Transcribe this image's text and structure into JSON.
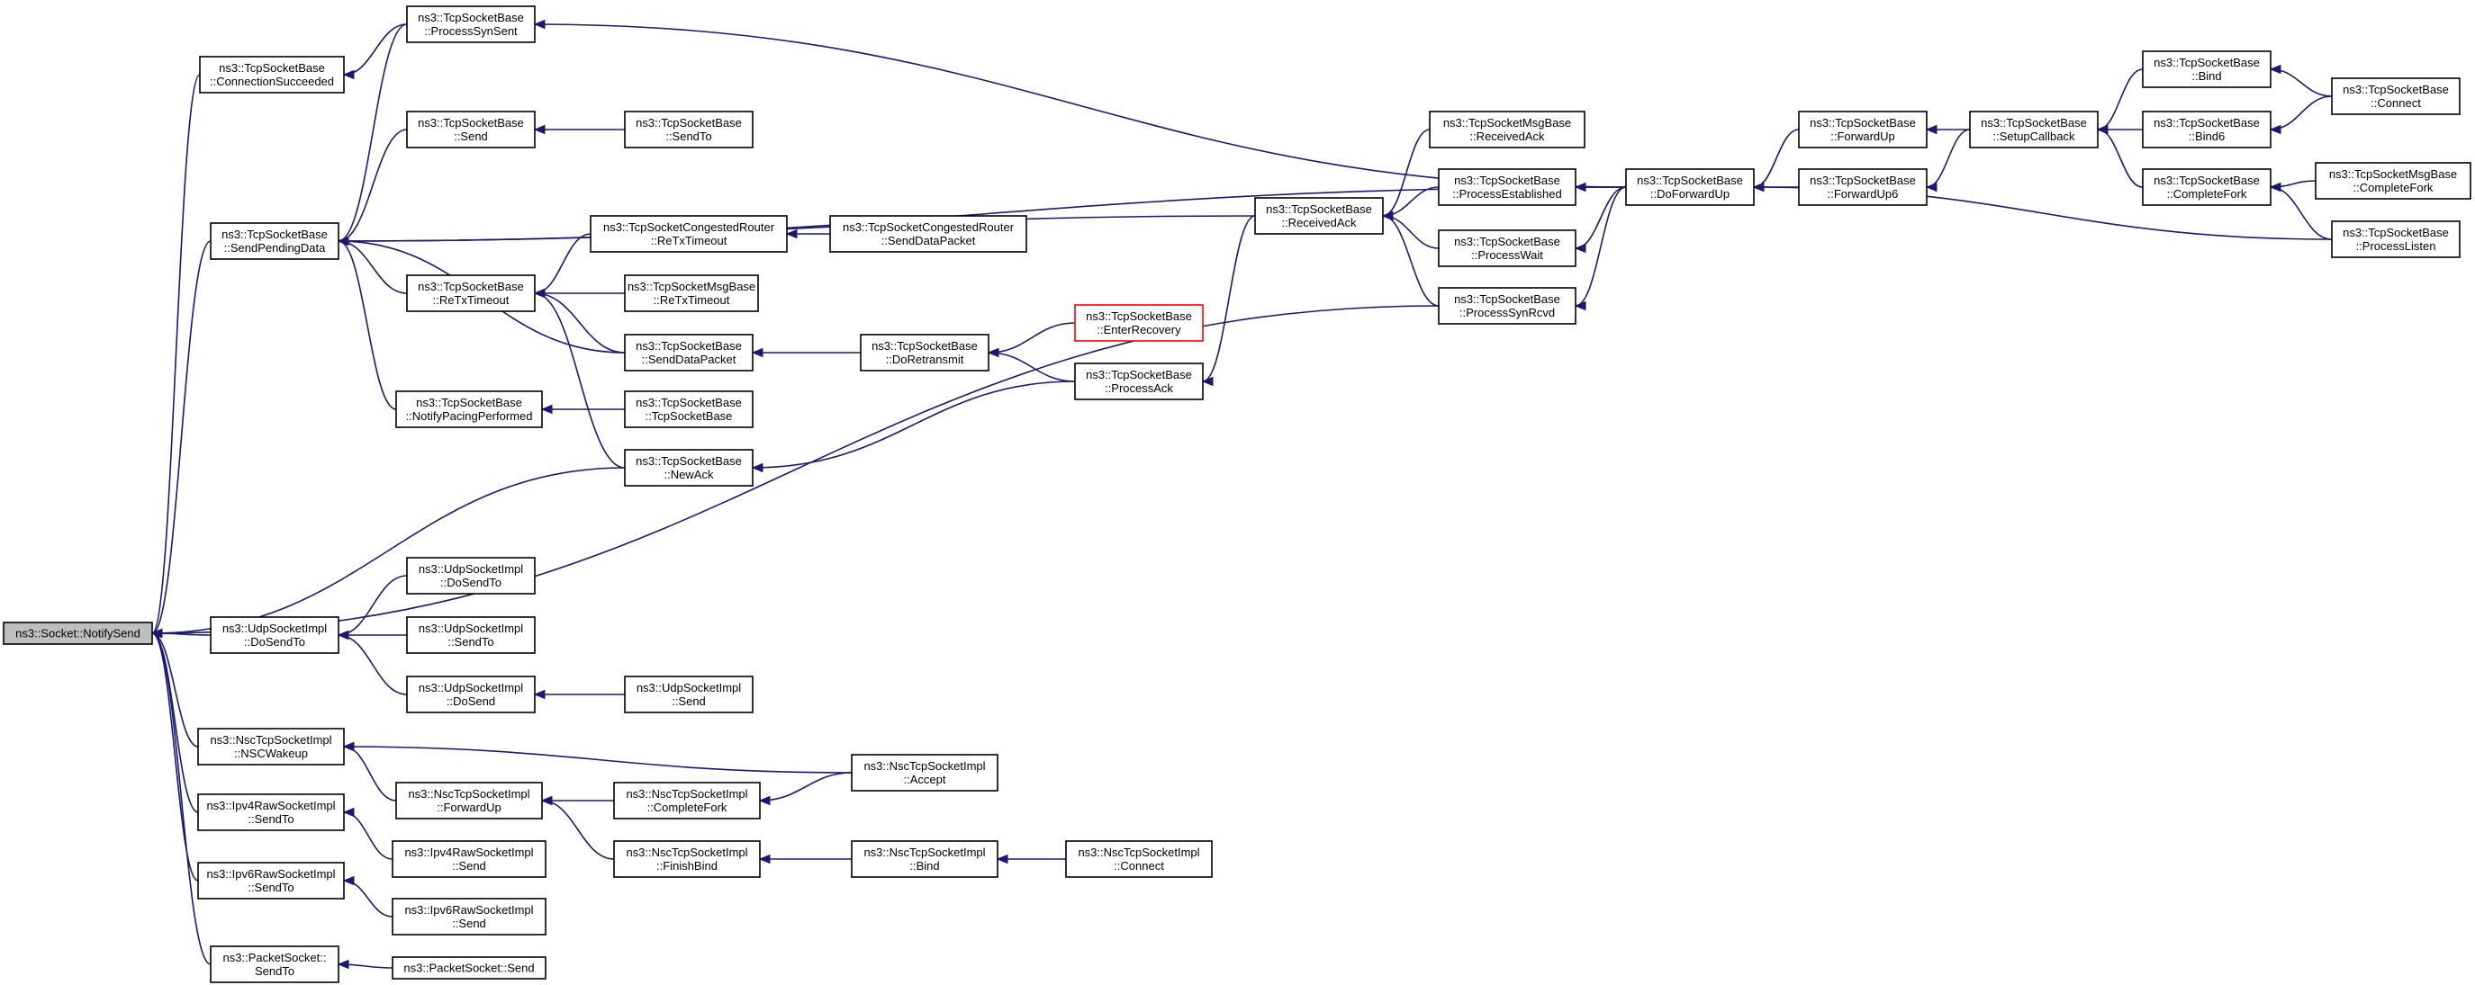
{
  "graph": {
    "nodes": [
      {
        "id": "root",
        "lines": [
          "ns3::Socket::NotifySend"
        ],
        "style": "root"
      },
      {
        "id": "tcp_conn_succ",
        "lines": [
          "ns3::TcpSocketBase",
          "::ConnectionSucceeded"
        ]
      },
      {
        "id": "tcp_proc_synsent",
        "lines": [
          "ns3::TcpSocketBase",
          "::ProcessSynSent"
        ]
      },
      {
        "id": "tcp_send_pending",
        "lines": [
          "ns3::TcpSocketBase",
          "::SendPendingData"
        ]
      },
      {
        "id": "tcp_send",
        "lines": [
          "ns3::TcpSocketBase",
          "::Send"
        ]
      },
      {
        "id": "tcp_sendto",
        "lines": [
          "ns3::TcpSocketBase",
          "::SendTo"
        ]
      },
      {
        "id": "tcp_retx",
        "lines": [
          "ns3::TcpSocketBase",
          "::ReTxTimeout"
        ]
      },
      {
        "id": "tcp_cong_retx",
        "lines": [
          "ns3::TcpSocketCongestedRouter",
          "::ReTxTimeout"
        ]
      },
      {
        "id": "tcp_cong_senddata",
        "lines": [
          "ns3::TcpSocketCongestedRouter",
          "::SendDataPacket"
        ]
      },
      {
        "id": "tcp_msg_retx",
        "lines": [
          "ns3::TcpSocketMsgBase",
          "::ReTxTimeout"
        ]
      },
      {
        "id": "tcp_senddata",
        "lines": [
          "ns3::TcpSocketBase",
          "::SendDataPacket"
        ]
      },
      {
        "id": "tcp_doretx",
        "lines": [
          "ns3::TcpSocketBase",
          "::DoRetransmit"
        ]
      },
      {
        "id": "tcp_enter_recovery",
        "lines": [
          "ns3::TcpSocketBase",
          "::EnterRecovery"
        ],
        "style": "hl"
      },
      {
        "id": "tcp_proc_ack",
        "lines": [
          "ns3::TcpSocketBase",
          "::ProcessAck"
        ]
      },
      {
        "id": "tcp_notify_pacing",
        "lines": [
          "ns3::TcpSocketBase",
          "::NotifyPacingPerformed"
        ]
      },
      {
        "id": "tcp_ctor",
        "lines": [
          "ns3::TcpSocketBase",
          "::TcpSocketBase"
        ]
      },
      {
        "id": "tcp_newack",
        "lines": [
          "ns3::TcpSocketBase",
          "::NewAck"
        ]
      },
      {
        "id": "tcp_recvack",
        "lines": [
          "ns3::TcpSocketBase",
          "::ReceivedAck"
        ]
      },
      {
        "id": "tcp_msg_recvack",
        "lines": [
          "ns3::TcpSocketMsgBase",
          "::ReceivedAck"
        ]
      },
      {
        "id": "tcp_proc_est",
        "lines": [
          "ns3::TcpSocketBase",
          "::ProcessEstablished"
        ]
      },
      {
        "id": "tcp_proc_wait",
        "lines": [
          "ns3::TcpSocketBase",
          "::ProcessWait"
        ]
      },
      {
        "id": "tcp_proc_synrcvd",
        "lines": [
          "ns3::TcpSocketBase",
          "::ProcessSynRcvd"
        ]
      },
      {
        "id": "tcp_doforward",
        "lines": [
          "ns3::TcpSocketBase",
          "::DoForwardUp"
        ]
      },
      {
        "id": "tcp_forwardup",
        "lines": [
          "ns3::TcpSocketBase",
          "::ForwardUp"
        ]
      },
      {
        "id": "tcp_forwardup6",
        "lines": [
          "ns3::TcpSocketBase",
          "::ForwardUp6"
        ]
      },
      {
        "id": "tcp_setupcb",
        "lines": [
          "ns3::TcpSocketBase",
          "::SetupCallback"
        ]
      },
      {
        "id": "tcp_bind",
        "lines": [
          "ns3::TcpSocketBase",
          "::Bind"
        ]
      },
      {
        "id": "tcp_bind6",
        "lines": [
          "ns3::TcpSocketBase",
          "::Bind6"
        ]
      },
      {
        "id": "tcp_connect",
        "lines": [
          "ns3::TcpSocketBase",
          "::Connect"
        ]
      },
      {
        "id": "tcp_completefork",
        "lines": [
          "ns3::TcpSocketBase",
          "::CompleteFork"
        ]
      },
      {
        "id": "tcp_msg_completefork",
        "lines": [
          "ns3::TcpSocketMsgBase",
          "::CompleteFork"
        ]
      },
      {
        "id": "tcp_proc_listen",
        "lines": [
          "ns3::TcpSocketBase",
          "::ProcessListen"
        ]
      },
      {
        "id": "udp_dosendto",
        "lines": [
          "ns3::UdpSocketImpl",
          "::DoSendTo"
        ]
      },
      {
        "id": "udp_dosendto2",
        "lines": [
          "ns3::UdpSocketImpl",
          "::DoSendTo"
        ]
      },
      {
        "id": "udp_sendto",
        "lines": [
          "ns3::UdpSocketImpl",
          "::SendTo"
        ]
      },
      {
        "id": "udp_dosend",
        "lines": [
          "ns3::UdpSocketImpl",
          "::DoSend"
        ]
      },
      {
        "id": "udp_send",
        "lines": [
          "ns3::UdpSocketImpl",
          "::Send"
        ]
      },
      {
        "id": "nsc_wakeup",
        "lines": [
          "ns3::NscTcpSocketImpl",
          "::NSCWakeup"
        ]
      },
      {
        "id": "nsc_forwardup",
        "lines": [
          "ns3::NscTcpSocketImpl",
          "::ForwardUp"
        ]
      },
      {
        "id": "nsc_completefork",
        "lines": [
          "ns3::NscTcpSocketImpl",
          "::CompleteFork"
        ]
      },
      {
        "id": "nsc_accept",
        "lines": [
          "ns3::NscTcpSocketImpl",
          "::Accept"
        ]
      },
      {
        "id": "nsc_finishbind",
        "lines": [
          "ns3::NscTcpSocketImpl",
          "::FinishBind"
        ]
      },
      {
        "id": "nsc_bind",
        "lines": [
          "ns3::NscTcpSocketImpl",
          "::Bind"
        ]
      },
      {
        "id": "nsc_connect",
        "lines": [
          "ns3::NscTcpSocketImpl",
          "::Connect"
        ]
      },
      {
        "id": "ipv4raw_sendto",
        "lines": [
          "ns3::Ipv4RawSocketImpl",
          "::SendTo"
        ]
      },
      {
        "id": "ipv4raw_send",
        "lines": [
          "ns3::Ipv4RawSocketImpl",
          "::Send"
        ]
      },
      {
        "id": "ipv6raw_sendto",
        "lines": [
          "ns3::Ipv6RawSocketImpl",
          "::SendTo"
        ]
      },
      {
        "id": "ipv6raw_send",
        "lines": [
          "ns3::Ipv6RawSocketImpl",
          "::Send"
        ]
      },
      {
        "id": "pkt_sendto",
        "lines": [
          "ns3::PacketSocket::",
          "SendTo"
        ]
      },
      {
        "id": "pkt_send",
        "lines": [
          "ns3::PacketSocket::Send"
        ]
      }
    ],
    "edges": [
      [
        "tcp_conn_succ",
        "root"
      ],
      [
        "tcp_send_pending",
        "root"
      ],
      [
        "tcp_newack",
        "root"
      ],
      [
        "tcp_proc_synrcvd",
        "root"
      ],
      [
        "udp_dosendto",
        "root"
      ],
      [
        "nsc_wakeup",
        "root"
      ],
      [
        "ipv4raw_sendto",
        "root"
      ],
      [
        "ipv6raw_sendto",
        "root"
      ],
      [
        "pkt_sendto",
        "root"
      ],
      [
        "tcp_proc_synsent",
        "tcp_conn_succ"
      ],
      [
        "tcp_doforward",
        "tcp_proc_synsent"
      ],
      [
        "tcp_proc_synsent",
        "tcp_send_pending"
      ],
      [
        "tcp_doforward",
        "tcp_send_pending"
      ],
      [
        "tcp_send",
        "tcp_send_pending"
      ],
      [
        "tcp_recvack",
        "tcp_send_pending"
      ],
      [
        "tcp_retx",
        "tcp_send_pending"
      ],
      [
        "tcp_senddata",
        "tcp_send_pending"
      ],
      [
        "tcp_notify_pacing",
        "tcp_send_pending"
      ],
      [
        "tcp_sendto",
        "tcp_send"
      ],
      [
        "tcp_cong_retx",
        "tcp_retx"
      ],
      [
        "tcp_msg_retx",
        "tcp_retx"
      ],
      [
        "tcp_senddata",
        "tcp_retx"
      ],
      [
        "tcp_newack",
        "tcp_retx"
      ],
      [
        "tcp_cong_senddata",
        "tcp_cong_retx"
      ],
      [
        "tcp_doretx",
        "tcp_senddata"
      ],
      [
        "tcp_enter_recovery",
        "tcp_doretx"
      ],
      [
        "tcp_proc_ack",
        "tcp_doretx"
      ],
      [
        "tcp_recvack",
        "tcp_proc_ack"
      ],
      [
        "tcp_ctor",
        "tcp_notify_pacing"
      ],
      [
        "tcp_proc_ack",
        "tcp_newack"
      ],
      [
        "tcp_msg_recvack",
        "tcp_recvack"
      ],
      [
        "tcp_proc_est",
        "tcp_recvack"
      ],
      [
        "tcp_proc_wait",
        "tcp_recvack"
      ],
      [
        "tcp_proc_synrcvd",
        "tcp_recvack"
      ],
      [
        "tcp_doforward",
        "tcp_proc_est"
      ],
      [
        "tcp_doforward",
        "tcp_proc_wait"
      ],
      [
        "tcp_doforward",
        "tcp_proc_synrcvd"
      ],
      [
        "tcp_forwardup",
        "tcp_doforward"
      ],
      [
        "tcp_forwardup6",
        "tcp_doforward"
      ],
      [
        "tcp_setupcb",
        "tcp_forwardup"
      ],
      [
        "tcp_setupcb",
        "tcp_forwardup6"
      ],
      [
        "tcp_bind",
        "tcp_setupcb"
      ],
      [
        "tcp_bind6",
        "tcp_setupcb"
      ],
      [
        "tcp_completefork",
        "tcp_setupcb"
      ],
      [
        "tcp_connect",
        "tcp_bind"
      ],
      [
        "tcp_connect",
        "tcp_bind6"
      ],
      [
        "tcp_msg_completefork",
        "tcp_completefork"
      ],
      [
        "tcp_proc_listen",
        "tcp_completefork"
      ],
      [
        "tcp_proc_listen",
        "tcp_doforward"
      ],
      [
        "udp_dosendto2",
        "udp_dosendto"
      ],
      [
        "udp_sendto",
        "udp_dosendto"
      ],
      [
        "udp_dosend",
        "udp_dosendto"
      ],
      [
        "udp_send",
        "udp_dosend"
      ],
      [
        "nsc_accept",
        "nsc_wakeup"
      ],
      [
        "nsc_forwardup",
        "nsc_wakeup"
      ],
      [
        "nsc_completefork",
        "nsc_forwardup"
      ],
      [
        "nsc_finishbind",
        "nsc_forwardup"
      ],
      [
        "nsc_accept",
        "nsc_completefork"
      ],
      [
        "nsc_bind",
        "nsc_finishbind"
      ],
      [
        "nsc_connect",
        "nsc_bind"
      ],
      [
        "ipv4raw_send",
        "ipv4raw_sendto"
      ],
      [
        "ipv6raw_send",
        "ipv6raw_sendto"
      ],
      [
        "pkt_send",
        "pkt_sendto"
      ]
    ],
    "colors": {
      "edge": "#191970",
      "node_border": "#000000",
      "root_fill": "#bfbfbf",
      "highlight_border": "#ff0000"
    }
  }
}
